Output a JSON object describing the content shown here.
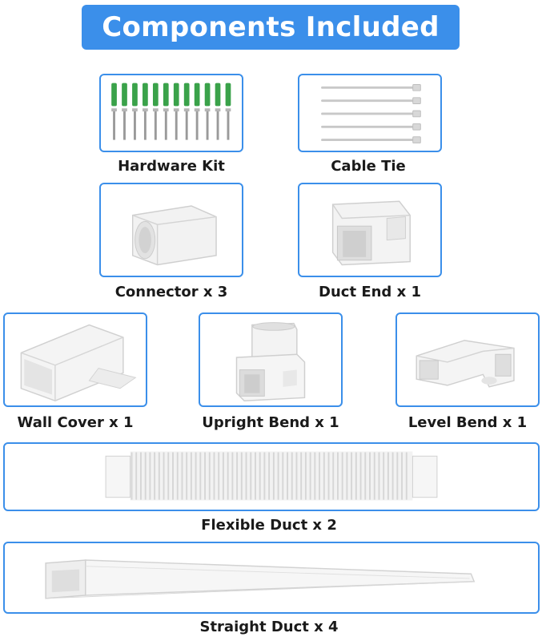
{
  "banner": {
    "title": "Components Included"
  },
  "colors": {
    "accent": "#3b8fea",
    "anchor_green": "#3aa24a",
    "part_white": "#f4f4f4"
  },
  "items": [
    {
      "label": "Hardware Kit",
      "icon": "screws-and-anchors-icon"
    },
    {
      "label": "Cable Tie",
      "icon": "cable-tie-icon"
    },
    {
      "label": "Connector x 3",
      "icon": "connector-icon"
    },
    {
      "label": "Duct End x 1",
      "icon": "duct-end-icon"
    },
    {
      "label": "Wall Cover x 1",
      "icon": "wall-cover-icon"
    },
    {
      "label": "Upright Bend x 1",
      "icon": "upright-bend-icon"
    },
    {
      "label": "Level Bend x 1",
      "icon": "level-bend-icon"
    },
    {
      "label": "Flexible Duct x 2",
      "icon": "flexible-duct-icon"
    },
    {
      "label": "Straight Duct x 4",
      "icon": "straight-duct-icon"
    }
  ]
}
